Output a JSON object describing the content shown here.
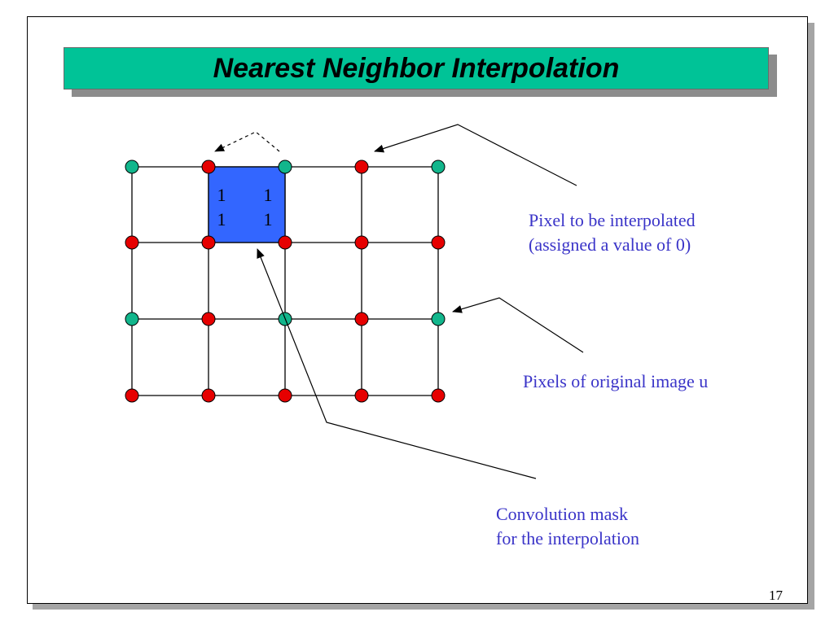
{
  "slide": {
    "title": "Nearest Neighbor Interpolation",
    "page_number": "17"
  },
  "colors": {
    "title_background": "#00c397",
    "original_pixel": "#12b68c",
    "interpolated_pixel": "#e60000",
    "mask_fill": "#3366ff",
    "caption_text": "#3a34c8"
  },
  "grid": {
    "rows": 4,
    "columns": 5,
    "original_pixels": [
      [
        0,
        0
      ],
      [
        0,
        2
      ],
      [
        0,
        4
      ],
      [
        2,
        0
      ],
      [
        2,
        2
      ],
      [
        2,
        4
      ]
    ],
    "interpolated_pixel_note": "all other grid points"
  },
  "mask": {
    "values": [
      [
        "1",
        "1"
      ],
      [
        "1",
        "1"
      ]
    ]
  },
  "captions": {
    "pixel_to_interpolate": [
      "Pixel to be interpolated",
      "(assigned a value of 0)"
    ],
    "original_pixels": [
      "Pixels of original image u"
    ],
    "convolution_mask": [
      "Convolution mask",
      "for the interpolation"
    ]
  }
}
